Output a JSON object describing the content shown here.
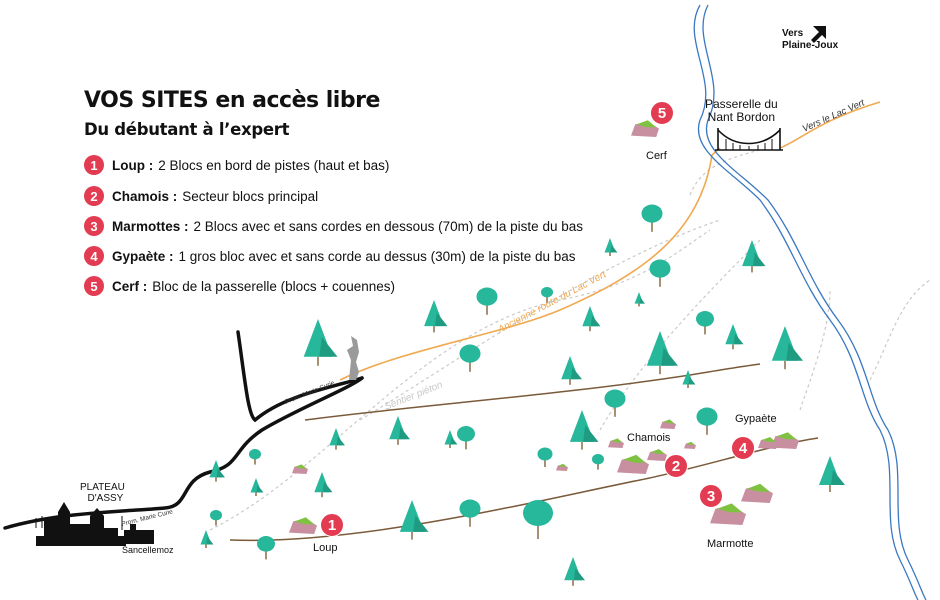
{
  "title": "VOS SITES en accès libre",
  "subtitle": "Du débutant à l’expert",
  "legend": [
    {
      "num": "1",
      "name": "Loup :",
      "desc": "2 Blocs en bord de pistes (haut et bas)"
    },
    {
      "num": "2",
      "name": "Chamois :",
      "desc": "Secteur blocs principal"
    },
    {
      "num": "3",
      "name": "Marmottes :",
      "desc": "2 Blocs avec et sans cordes en dessous (70m) de la piste du bas"
    },
    {
      "num": "4",
      "name": "Gypaète :",
      "desc": "1 gros bloc avec et sans corde au dessus (30m) de la piste du bas"
    },
    {
      "num": "5",
      "name": "Cerf :",
      "desc": "Bloc de la passerelle (blocs + couennes)"
    }
  ],
  "sites": [
    {
      "num": "1",
      "label": "Loup"
    },
    {
      "num": "2",
      "label": "Chamois"
    },
    {
      "num": "3",
      "label": "Marmotte"
    },
    {
      "num": "4",
      "label": "Gypaète"
    },
    {
      "num": "5",
      "label": "Cerf"
    }
  ],
  "places": {
    "plateau_line1": "PLATEAU",
    "plateau_line2": "D'ASSY",
    "sancellemoz": "Sancellemoz",
    "passerelle_line1": "Passerelle du",
    "passerelle_line2": "Nant Bordon",
    "vers_line1": "Vers",
    "vers_line2": "Plaine-Joux"
  },
  "paths": {
    "prom_upper": "Prom. Marie Curie",
    "prom_lower": "Prom. Marie Curie",
    "sentier": "Sentier piéton",
    "ancienne_route": "Ancienne route du Lac Vert",
    "vers_lac": "Vers le Lac Vert"
  },
  "icons": [
    "tree-icon",
    "pine-icon",
    "boulder-icon",
    "bridge-icon",
    "village-icon",
    "arrow-icon",
    "rock-pillar-icon"
  ],
  "colors": {
    "accent": "#e23b52",
    "tree": "#27b79a",
    "trunk": "#8b6b45",
    "road": "#111111",
    "old_route": "#f0a94f",
    "path_brown": "#7a5a3a",
    "river": "#3a78c2",
    "boulder": "#c78fa0",
    "moss": "#7fc241"
  }
}
